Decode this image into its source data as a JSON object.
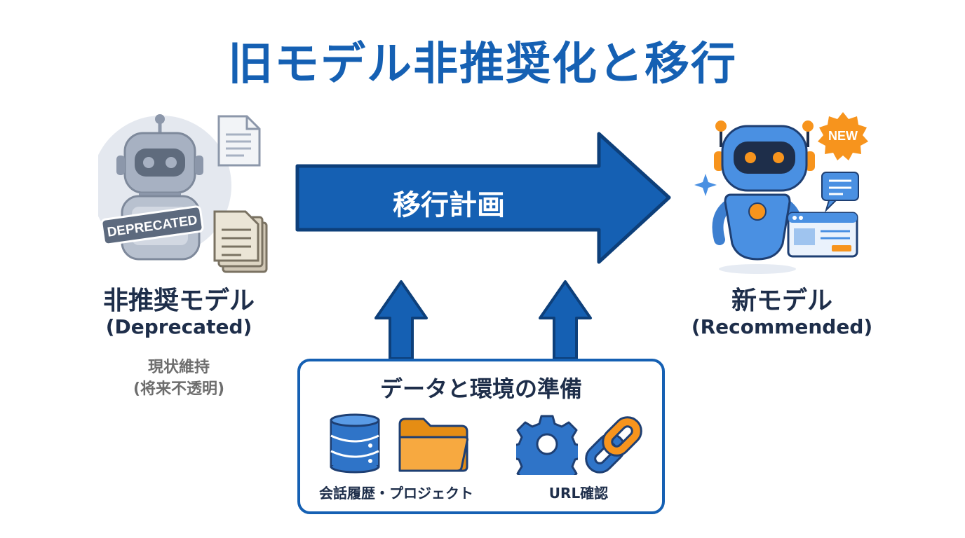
{
  "title": "旧モデル非推奨化と移行",
  "arrow_label": "移行計画",
  "left": {
    "badge": "DEPRECATED",
    "title": "非推奨モデル",
    "subtitle": "(Deprecated)",
    "note_line1": "現状維持",
    "note_line2": "(将来不透明)"
  },
  "right": {
    "badge": "NEW",
    "title": "新モデル",
    "subtitle": "(Recommended)"
  },
  "prep": {
    "title": "データと環境の準備",
    "caption_left": "会話履歴・プロジェクト",
    "caption_right": "URL確認"
  },
  "colors": {
    "primary_blue": "#1560b3",
    "accent_orange": "#f7941d",
    "deprecated_gray": "#8c97aa"
  }
}
